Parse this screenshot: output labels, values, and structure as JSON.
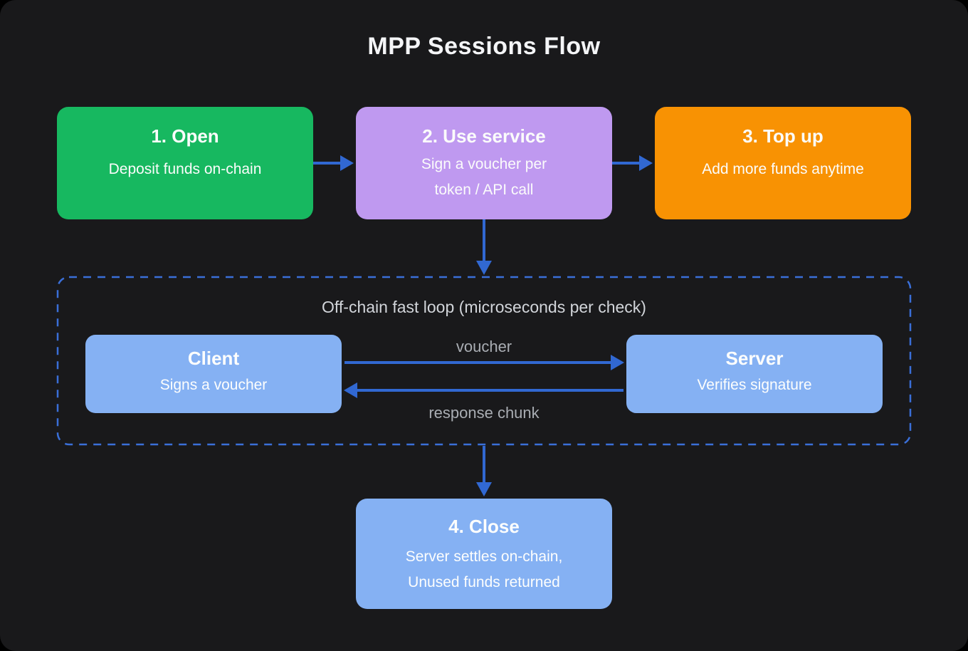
{
  "page": {
    "title": "MPP Sessions Flow"
  },
  "colors": {
    "background": "#19191b",
    "outer_background": "#000000",
    "step_open": "#17b860",
    "step_use_service": "#bf99f0",
    "step_top_up": "#f89203",
    "step_close": "#85b1f3",
    "actor_box": "#85b1f3",
    "arrow": "#3168d2",
    "dashed_border": "#3a6fd8",
    "title_text": "#f4f5f7",
    "loop_label_text": "#d2d5da",
    "message_label_text": "#a9adb3"
  },
  "steps": [
    {
      "title": "1. Open",
      "subtitle_lines": [
        "Deposit funds on-chain"
      ]
    },
    {
      "title": "2. Use service",
      "subtitle_lines": [
        "Sign a voucher per",
        "token / API call"
      ]
    },
    {
      "title": "3. Top up",
      "subtitle_lines": [
        "Add more funds anytime"
      ]
    },
    {
      "title": "4. Close",
      "subtitle_lines": [
        "Server settles on-chain,",
        "Unused funds returned"
      ]
    }
  ],
  "loop": {
    "label": "Off-chain fast loop (microseconds per check)",
    "client": {
      "title": "Client",
      "subtitle": "Signs a voucher"
    },
    "server": {
      "title": "Server",
      "subtitle": "Verifies signature"
    },
    "request_label": "voucher",
    "response_label": "response chunk"
  }
}
